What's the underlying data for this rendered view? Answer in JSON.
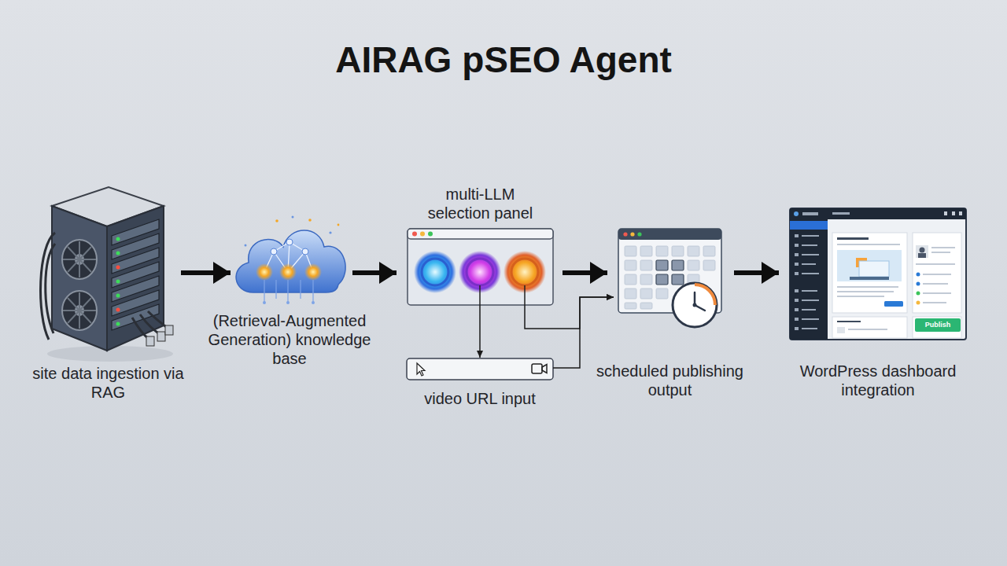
{
  "diagram": {
    "title": "AIRAG pSEO Agent",
    "nodes": [
      {
        "text": [
          "site data ingestion via RAG"
        ]
      },
      {
        "text": [
          "(Retrieval-Augmented Generation) knowledge base"
        ]
      },
      {
        "text": [
          "multi-LLM selection panel"
        ]
      },
      {
        "text": [
          "video URL input"
        ]
      },
      {
        "text": [
          "scheduled publishing output"
        ]
      },
      {
        "text": [
          "WordPress dashboard integration"
        ]
      }
    ],
    "edges": [
      {
        "from": 0,
        "to": 1,
        "arrow": "to"
      },
      {
        "from": 1,
        "to": 2,
        "arrow": "to"
      },
      {
        "from": 2,
        "to": 3,
        "arrow": "to"
      },
      {
        "from": 2,
        "to": 4,
        "arrow": "to"
      },
      {
        "from": 2,
        "to": 4,
        "arrow": "to"
      },
      {
        "from": 3,
        "to": 4,
        "arrow": "to"
      },
      {
        "from": 4,
        "to": 5,
        "arrow": "to"
      }
    ],
    "labels": [
      "Publish"
    ]
  }
}
